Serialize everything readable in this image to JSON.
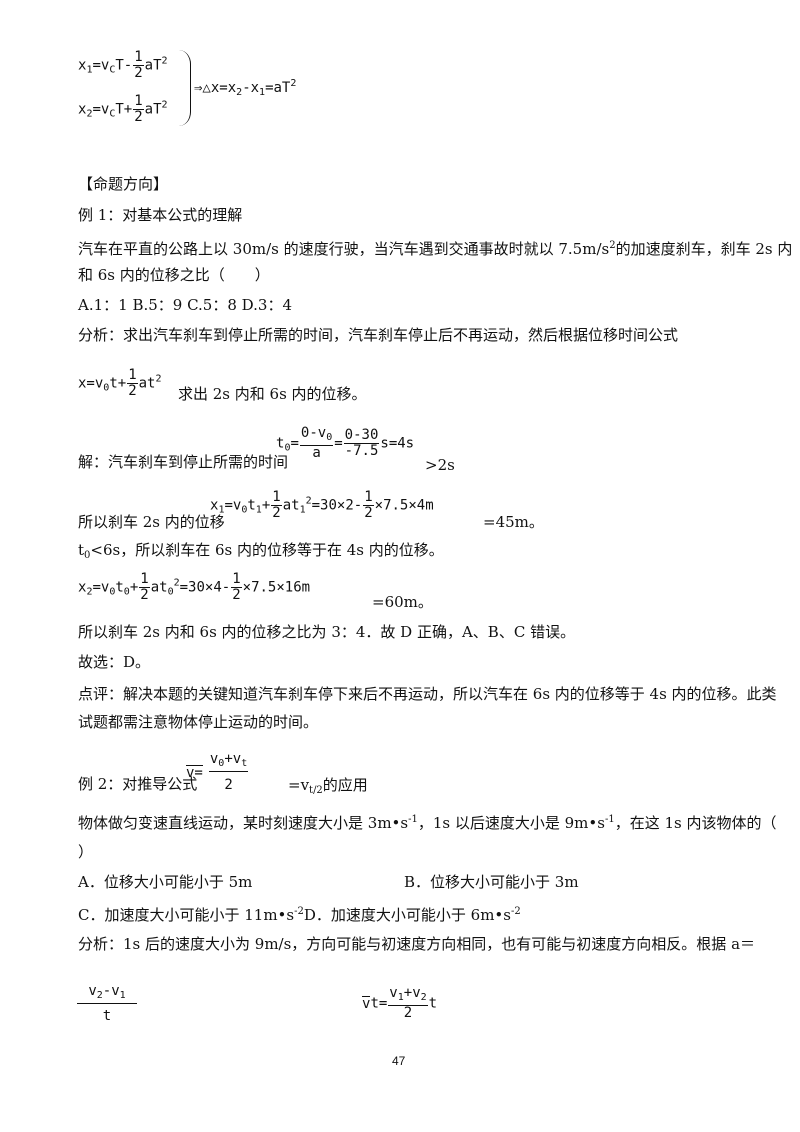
{
  "top_block": {
    "eq1": {
      "lhs": "x",
      "lhs_sub": "1",
      "mid": "=v",
      "mid_sub": "C",
      "t1": "T-",
      "num": "1",
      "den": "2",
      "t2": "aT",
      "sup": "2"
    },
    "eq2": {
      "lhs": "x",
      "lhs_sub": "2",
      "mid": "=v",
      "mid_sub": "C",
      "t1": "T+",
      "num": "1",
      "den": "2",
      "t2": "aT",
      "sup": "2"
    },
    "result": {
      "arrow": "⇒△x=x",
      "s1": "2",
      "minus": "-x",
      "s2": "1",
      "tail": "=aT",
      "sup": "2"
    }
  },
  "section_heading": "【命题方向】",
  "ex1": {
    "title": "例 1：对基本公式的理解",
    "q_line1_a": "汽车在平直的公路上以 30m/s 的速度行驶，当汽车遇到交通事故时就以 7.5m/s",
    "q_line1_sup": "2",
    "q_line1_b": "的加速度刹车，刹车 2s 内",
    "q_line2": "和 6s 内的位移之比（　　）",
    "options": "A.1：1 B.5：9 C.5：8 D.3：4",
    "analysis": "分析：求出汽车刹车到停止所需的时间，汽车刹车停止后不再运动，然后根据位移时间公式",
    "formula": {
      "a": "x=v",
      "a_sub": "0",
      "b": "t+",
      "num": "1",
      "den": "2",
      "c": "at",
      "sup": "2"
    },
    "formula_tail": "求出 2s 内和 6s 内的位移。",
    "sol_label": "解：汽车刹车到停止所需的时间",
    "sol_formula": {
      "a": "t",
      "a_sub": "0",
      "eq": "=",
      "n1": "0-v",
      "n1_sub": "0",
      "d1": "a",
      "n2": "0-30",
      "d2": "-7.5",
      "tail": "s=4s"
    },
    "sol_tail": ">2s",
    "line_2s_label": "所以刹车 2s 内的位移",
    "line_2s_formula": {
      "a": "x",
      "a_sub": "1",
      "b": "=v",
      "b_sub": "0",
      "c": "t",
      "c_sub": "1",
      "d": "+",
      "num": "1",
      "den": "2",
      "e": "at",
      "e_sub": "1",
      "sup": "2",
      "f": "=30×2-",
      "num2": "1",
      "den2": "2",
      "g": "×7.5×4m"
    },
    "line_2s_tail": "=45m。",
    "t0_label": "t",
    "t0_sub": "0",
    "t0_text": "<6s，所以刹车在 6s 内的位移等于在 4s 内的位移。",
    "line_6s_formula": {
      "a": "x",
      "a_sub": "2",
      "b": "=v",
      "b_sub": "0",
      "c": "t",
      "c_sub": "0",
      "d": "+",
      "num": "1",
      "den": "2",
      "e": "at",
      "e_sub": "0",
      "sup": "2",
      "f": "=30×4-",
      "num2": "1",
      "den2": "2",
      "g": "×7.5×16m"
    },
    "line_6s_tail": "=60m。",
    "ratio": "所以刹车 2s 内和 6s 内的位移之比为 3：4．故 D 正确，A、B、C 错误。",
    "answer": "故选：D。",
    "comment1": "点评：解决本题的关键知道汽车刹车停下来后不再运动，所以汽车在 6s 内的位移等于 4s 内的位移。此类",
    "comment2": "试题都需注意物体停止运动的时间。"
  },
  "ex2": {
    "title": "例 2：对推导公式",
    "vbar": "v=",
    "frac_num": "v",
    "frac_num_sub": "0",
    "frac_num_mid": "+v",
    "frac_num_sub2": "t",
    "frac_den": "2",
    "after": "=v",
    "after_sub": "t/2",
    "after2": "的应用",
    "q1_a": "物体做匀变速直线运动，某时刻速度大小是 3m•s",
    "q1_sup1": "-1",
    "q1_b": "，1s 以后速度大小是 9m•s",
    "q1_sup2": "-1",
    "q1_c": "，在这 1s 内该物体的（",
    "q2": "）",
    "optA": "A．位移大小可能小于 5m",
    "optB": "B．位移大小可能小于 3m",
    "optC_a": "C．加速度大小可能小于 11m•s",
    "optC_sup": "-2",
    "optD_a": "D．加速度大小可能小于 6m•s",
    "optD_sup": "-2",
    "analysis": "分析：1s 后的速度大小为 9m/s，方向可能与初速度方向相同，也有可能与初速度方向相反。根据 a＝",
    "f_left": {
      "num_a": "v",
      "num_a_sub": "2",
      "num_b": "-v",
      "num_b_sub": "1",
      "den": "t"
    },
    "f_right": {
      "lead": "v",
      "lead2": "t=",
      "num_a": "v",
      "num_a_sub": "1",
      "num_b": "+v",
      "num_b_sub": "2",
      "den": "2",
      "tail": "t"
    }
  },
  "page_number": "47"
}
